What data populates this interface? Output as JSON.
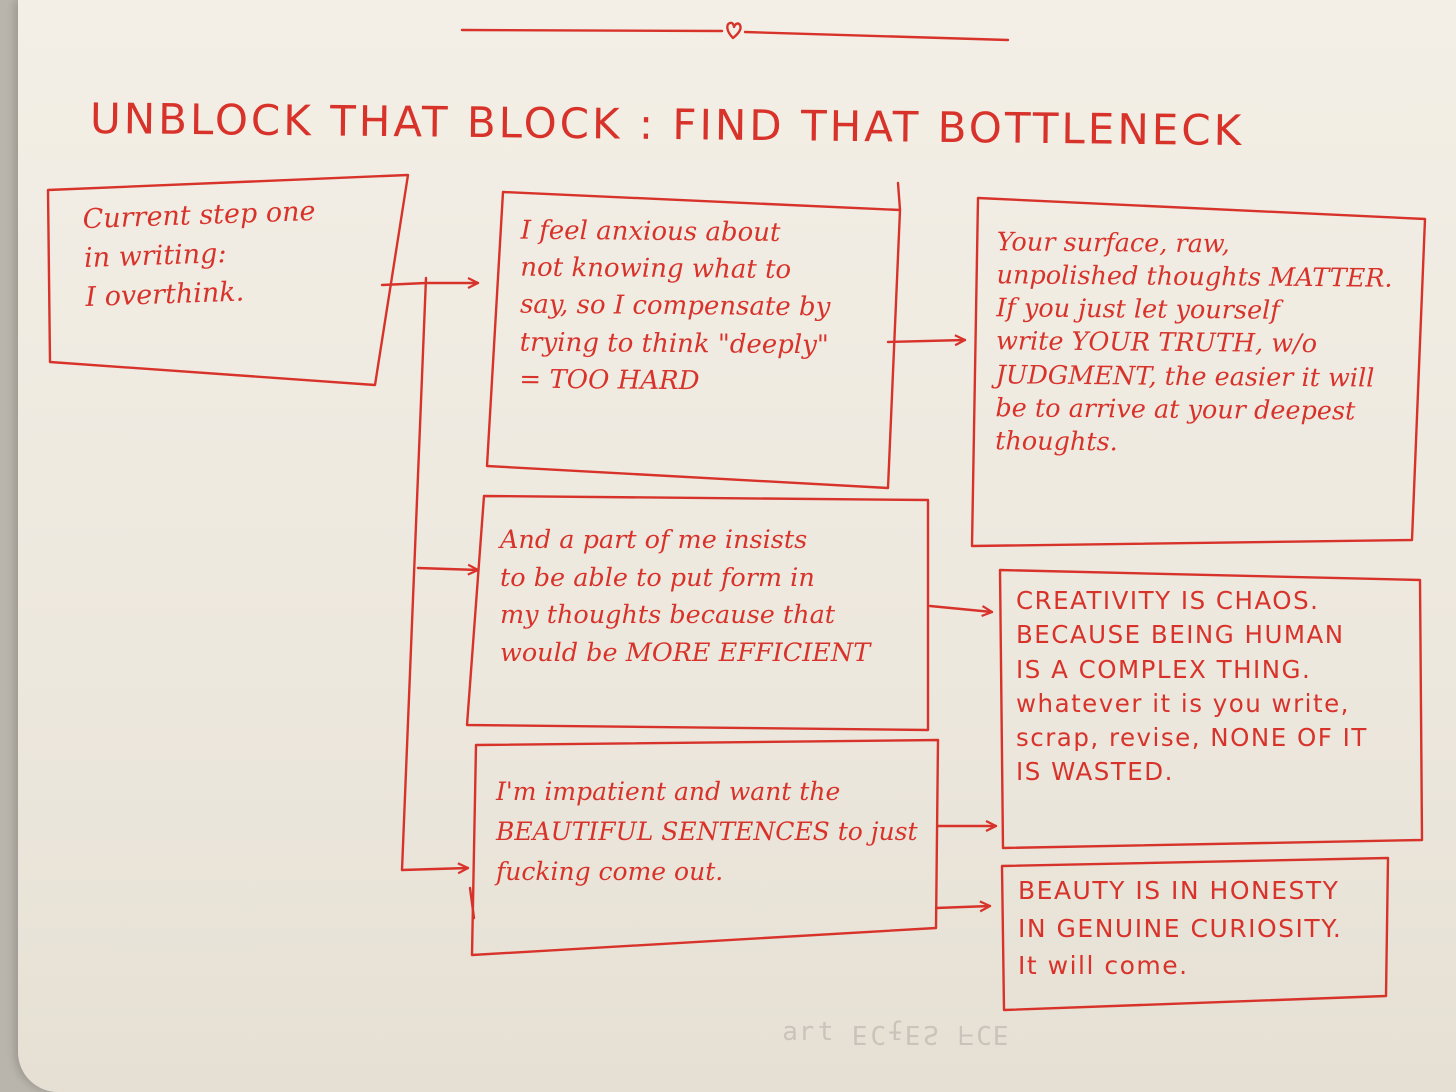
{
  "title": "UNBLOCK THAT BLOCK : FIND THAT BOTTLENECK",
  "nodes": {
    "start": "Current step one\nin writing:\nI overthink.",
    "problem1": "I feel anxious about\nnot knowing what to\nsay, so I compensate by\ntrying to think \"deeply\"\n= TOO HARD",
    "problem2": "And a part of me insists\nto be able to put form in\nmy thoughts because that\nwould be MORE EFFICIENT",
    "problem3": "I'm impatient and want the\nBEAUTIFUL SENTENCES to just\nfucking come out.",
    "answer1": "Your surface, raw,\nunpolished thoughts MATTER.\nIf you just let yourself\nwrite YOUR TRUTH, w/o\nJUDGMENT, the easier it will\nbe to arrive at your deepest\nthoughts.",
    "answer2": "CREATIVITY IS CHAOS.\nBECAUSE BEING HUMAN\nIS A COMPLEX THING.\nwhatever it is you write,\nscrap, revise, NONE OF IT\nIS WASTED.",
    "answer3": "BEAUTY IS IN HONESTY\nIN GENUINE CURIOSITY.\nIt will come."
  },
  "colors": {
    "ink": "#d8332b",
    "paper": "#f1ede4"
  }
}
